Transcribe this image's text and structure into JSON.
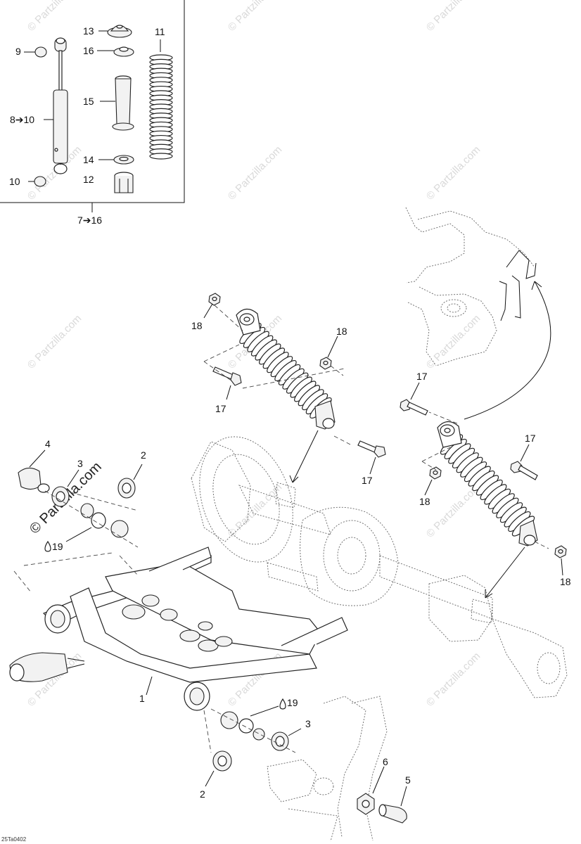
{
  "watermark": "© Partzilla.com",
  "figure_code": "25Ta0402",
  "kit_range_label": "7➔16",
  "callouts": {
    "c1": "1",
    "c2a": "2",
    "c2b": "2",
    "c3a": "3",
    "c3b": "3",
    "c4": "4",
    "c5": "5",
    "c6": "6",
    "c8to10": "8➔10",
    "c9": "9",
    "c10": "10",
    "c11": "11",
    "c12": "12",
    "c13": "13",
    "c14": "14",
    "c15": "15",
    "c16": "16",
    "c17a": "17",
    "c17b": "17",
    "c17c": "17",
    "c17d": "17",
    "c18a": "18",
    "c18b": "18",
    "c18c": "18",
    "c18d": "18",
    "c19a": "19",
    "c19b": "19"
  }
}
